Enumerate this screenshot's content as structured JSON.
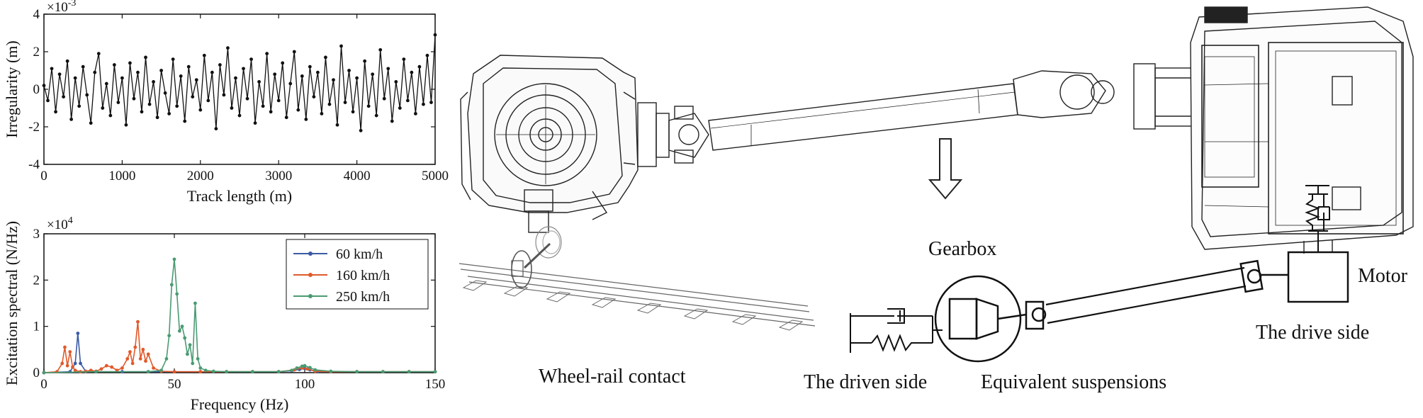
{
  "chart_data": [
    {
      "type": "line",
      "xlabel": "Track length (m)",
      "ylabel": "Irregularity (m)",
      "y_multiplier": "×10",
      "y_exponent": "-3",
      "xlim": [
        0,
        5000
      ],
      "ylim": [
        -4,
        4
      ],
      "x_ticks": [
        "0",
        "1000",
        "2000",
        "3000",
        "4000",
        "5000"
      ],
      "y_ticks": [
        "-4",
        "-2",
        "0",
        "2",
        "4"
      ],
      "grid": false,
      "color": "#111111",
      "x": [
        0,
        50,
        100,
        150,
        200,
        250,
        300,
        350,
        400,
        450,
        500,
        550,
        600,
        650,
        700,
        750,
        800,
        850,
        900,
        950,
        1000,
        1050,
        1100,
        1150,
        1200,
        1250,
        1300,
        1350,
        1400,
        1450,
        1500,
        1550,
        1600,
        1650,
        1700,
        1750,
        1800,
        1850,
        1900,
        1950,
        2000,
        2050,
        2100,
        2150,
        2200,
        2250,
        2300,
        2350,
        2400,
        2450,
        2500,
        2550,
        2600,
        2650,
        2700,
        2750,
        2800,
        2850,
        2900,
        2950,
        3000,
        3050,
        3100,
        3150,
        3200,
        3250,
        3300,
        3350,
        3400,
        3450,
        3500,
        3550,
        3600,
        3650,
        3700,
        3750,
        3800,
        3850,
        3900,
        3950,
        4000,
        4050,
        4100,
        4150,
        4200,
        4250,
        4300,
        4350,
        4400,
        4450,
        4500,
        4550,
        4600,
        4650,
        4700,
        4750,
        4800,
        4850,
        4900,
        4950,
        5000
      ],
      "y": [
        0.2,
        -0.6,
        1.1,
        -1.2,
        0.8,
        -0.4,
        1.5,
        -1.6,
        0.6,
        -0.9,
        1.2,
        -0.3,
        -1.8,
        0.9,
        1.9,
        -1.0,
        0.3,
        -1.4,
        1.3,
        -0.7,
        0.6,
        -1.9,
        1.4,
        -0.5,
        0.9,
        -1.2,
        1.7,
        -0.8,
        0.4,
        -1.5,
        1.0,
        -0.2,
        -1.3,
        1.6,
        -0.9,
        0.7,
        -1.7,
        1.2,
        -0.4,
        0.5,
        -1.1,
        1.8,
        -0.6,
        0.9,
        -2.1,
        1.3,
        -0.3,
        2.2,
        -1.0,
        0.6,
        -1.4,
        1.1,
        -0.5,
        1.6,
        -1.8,
        0.4,
        -0.9,
        1.9,
        -1.2,
        0.8,
        -0.6,
        1.4,
        -1.5,
        0.3,
        2.0,
        -1.1,
        0.7,
        -1.6,
        1.2,
        -0.4,
        0.9,
        -1.3,
        1.7,
        -0.8,
        0.5,
        -1.9,
        2.3,
        -0.7,
        1.0,
        -1.2,
        0.6,
        -2.2,
        1.5,
        -0.9,
        0.8,
        -1.4,
        2.1,
        -0.5,
        1.1,
        -1.7,
        0.4,
        -1.0,
        1.6,
        -0.6,
        0.9,
        -1.3,
        1.2,
        -0.8,
        1.8,
        -0.7,
        2.9
      ]
    },
    {
      "type": "line",
      "xlabel": "Frequency (Hz)",
      "ylabel": "Excitation spectral (N/Hz)",
      "y_multiplier": "×10",
      "y_exponent": "4",
      "xlim": [
        0,
        150
      ],
      "ylim": [
        0,
        3
      ],
      "x_ticks": [
        "0",
        "50",
        "100",
        "150"
      ],
      "y_ticks": [
        "0",
        "1",
        "2",
        "3"
      ],
      "grid": false,
      "legend_position": "top-right",
      "series": [
        {
          "name": "60 km/h",
          "color": "#3b5ba5",
          "x": [
            0,
            10,
            12,
            13,
            14,
            16,
            20,
            30,
            40,
            50,
            60,
            70,
            80,
            90,
            95,
            98,
            100,
            102,
            105,
            110,
            120,
            130,
            140,
            150
          ],
          "y": [
            0,
            0.02,
            0.2,
            0.85,
            0.2,
            0.03,
            0.02,
            0.02,
            0.02,
            0.02,
            0.02,
            0.02,
            0.02,
            0.02,
            0.04,
            0.07,
            0.09,
            0.06,
            0.03,
            0.02,
            0.02,
            0.02,
            0.02,
            0.02
          ]
        },
        {
          "name": "160 km/h",
          "color": "#e05a2b",
          "x": [
            0,
            5,
            7,
            8,
            9,
            10,
            11,
            12,
            14,
            16,
            18,
            20,
            22,
            24,
            26,
            28,
            30,
            32,
            33,
            34,
            35,
            36,
            37,
            38,
            39,
            40,
            42,
            45,
            50,
            60,
            70,
            80,
            90,
            96,
            99,
            101,
            104,
            110,
            120,
            130,
            140,
            150
          ],
          "y": [
            0,
            0.02,
            0.2,
            0.55,
            0.15,
            0.45,
            0.12,
            0.05,
            0.02,
            0.03,
            0.05,
            0.03,
            0.08,
            0.15,
            0.12,
            0.05,
            0.1,
            0.3,
            0.45,
            0.2,
            0.55,
            1.1,
            0.3,
            0.5,
            0.25,
            0.4,
            0.1,
            0.03,
            0.02,
            0.02,
            0.02,
            0.02,
            0.02,
            0.06,
            0.1,
            0.08,
            0.03,
            0.02,
            0.02,
            0.02,
            0.02,
            0.02
          ]
        },
        {
          "name": "250 km/h",
          "color": "#4a9b72",
          "x": [
            0,
            20,
            40,
            45,
            47,
            48,
            49,
            50,
            51,
            52,
            53,
            54,
            55,
            56,
            57,
            58,
            59,
            60,
            62,
            65,
            70,
            80,
            90,
            95,
            97,
            99,
            100,
            102,
            104,
            110,
            120,
            130,
            140,
            150
          ],
          "y": [
            0,
            0.02,
            0.02,
            0.05,
            0.3,
            0.8,
            1.9,
            2.45,
            1.7,
            0.9,
            1.0,
            0.75,
            0.4,
            0.6,
            0.2,
            1.5,
            0.3,
            0.1,
            0.05,
            0.03,
            0.02,
            0.02,
            0.02,
            0.05,
            0.1,
            0.14,
            0.15,
            0.11,
            0.06,
            0.03,
            0.02,
            0.02,
            0.02,
            0.02
          ]
        }
      ]
    }
  ],
  "diagram": {
    "arrow_icon": "hollow-down-arrow",
    "labels": {
      "wheel_rail": "Wheel-rail contact",
      "gearbox": "Gearbox",
      "motor": "Motor",
      "drive_side": "The drive side",
      "driven_side": "The driven side",
      "equivalent_suspensions": "Equivalent suspensions"
    }
  }
}
